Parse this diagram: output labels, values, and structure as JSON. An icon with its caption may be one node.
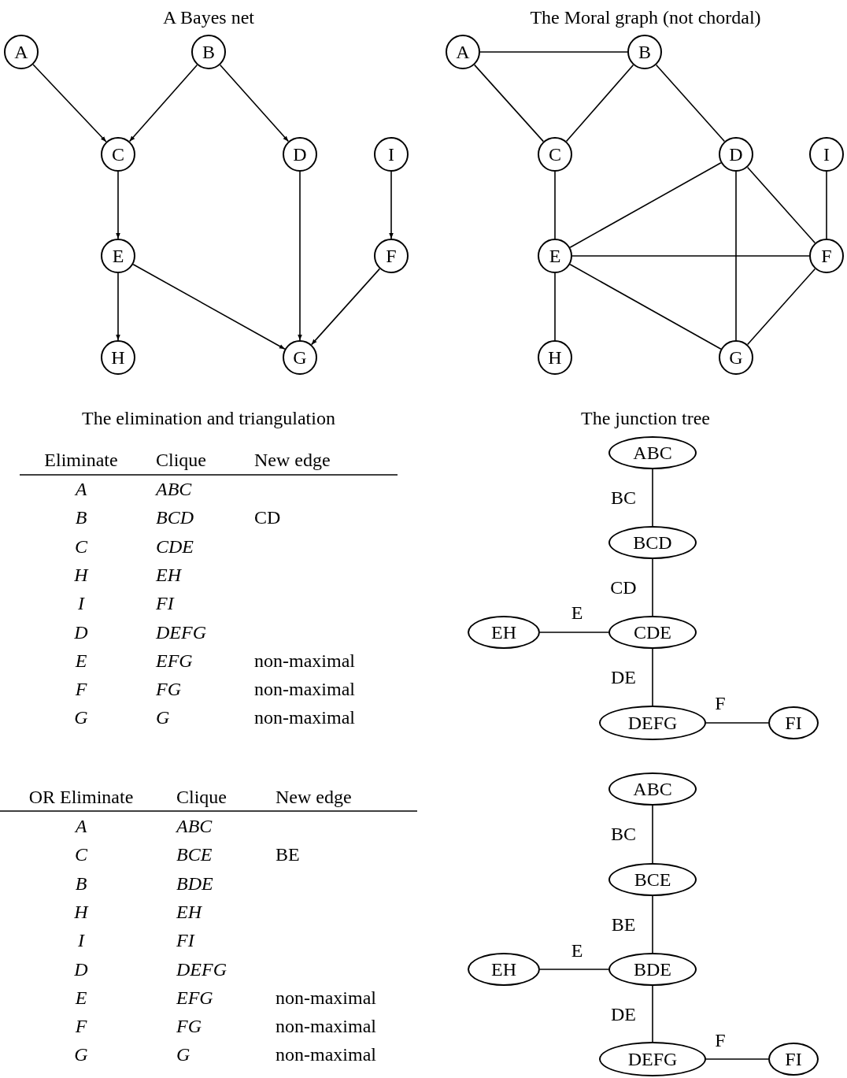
{
  "diagram": {
    "nodes": [
      {
        "text": [
          "A"
        ]
      },
      {
        "text": [
          "B"
        ]
      },
      {
        "text": [
          "C"
        ]
      },
      {
        "text": [
          "D"
        ]
      },
      {
        "text": [
          "I"
        ]
      },
      {
        "text": [
          "E"
        ]
      },
      {
        "text": [
          "F"
        ]
      },
      {
        "text": [
          "H"
        ]
      },
      {
        "text": [
          "G"
        ]
      },
      {
        "text": [
          "A"
        ]
      },
      {
        "text": [
          "B"
        ]
      },
      {
        "text": [
          "C"
        ]
      },
      {
        "text": [
          "D"
        ]
      },
      {
        "text": [
          "I"
        ]
      },
      {
        "text": [
          "E"
        ]
      },
      {
        "text": [
          "F"
        ]
      },
      {
        "text": [
          "H"
        ]
      },
      {
        "text": [
          "G"
        ]
      },
      {
        "text": [
          "ABC"
        ]
      },
      {
        "text": [
          "BCD"
        ]
      },
      {
        "text": [
          "EH"
        ]
      },
      {
        "text": [
          "CDE"
        ]
      },
      {
        "text": [
          "DEFG"
        ]
      },
      {
        "text": [
          "FI"
        ]
      },
      {
        "text": [
          "ABC"
        ]
      },
      {
        "text": [
          "BCE"
        ]
      },
      {
        "text": [
          "EH"
        ]
      },
      {
        "text": [
          "BDE"
        ]
      },
      {
        "text": [
          "DEFG"
        ]
      },
      {
        "text": [
          "FI"
        ]
      }
    ],
    "edges": [
      {
        "from": 0,
        "to": 2,
        "arrow": "to"
      },
      {
        "from": 1,
        "to": 2,
        "arrow": "to"
      },
      {
        "from": 1,
        "to": 3,
        "arrow": "to"
      },
      {
        "from": 4,
        "to": 6,
        "arrow": "to"
      },
      {
        "from": 2,
        "to": 5,
        "arrow": "to"
      },
      {
        "from": 5,
        "to": 7,
        "arrow": "to"
      },
      {
        "from": 5,
        "to": 8,
        "arrow": "to"
      },
      {
        "from": 3,
        "to": 8,
        "arrow": "to"
      },
      {
        "from": 6,
        "to": 8,
        "arrow": "to"
      },
      {
        "from": 9,
        "to": 10,
        "arrow": "none"
      },
      {
        "from": 9,
        "to": 11,
        "arrow": "none"
      },
      {
        "from": 10,
        "to": 11,
        "arrow": "none"
      },
      {
        "from": 10,
        "to": 12,
        "arrow": "none"
      },
      {
        "from": 12,
        "to": 14,
        "arrow": "none"
      },
      {
        "from": 12,
        "to": 15,
        "arrow": "none"
      },
      {
        "from": 12,
        "to": 17,
        "arrow": "none"
      },
      {
        "from": 13,
        "to": 15,
        "arrow": "none"
      },
      {
        "from": 11,
        "to": 14,
        "arrow": "none"
      },
      {
        "from": 14,
        "to": 15,
        "arrow": "none"
      },
      {
        "from": 14,
        "to": 16,
        "arrow": "none"
      },
      {
        "from": 14,
        "to": 17,
        "arrow": "none"
      },
      {
        "from": 15,
        "to": 17,
        "arrow": "none"
      },
      {
        "from": 18,
        "to": 19,
        "arrow": "none",
        "label": "BC"
      },
      {
        "from": 19,
        "to": 21,
        "arrow": "none",
        "label": "CD"
      },
      {
        "from": 20,
        "to": 21,
        "arrow": "none",
        "label": "E"
      },
      {
        "from": 21,
        "to": 22,
        "arrow": "none",
        "label": "DE"
      },
      {
        "from": 22,
        "to": 23,
        "arrow": "none",
        "label": "F"
      },
      {
        "from": 24,
        "to": 25,
        "arrow": "none",
        "label": "BC"
      },
      {
        "from": 25,
        "to": 27,
        "arrow": "none",
        "label": "BE"
      },
      {
        "from": 26,
        "to": 27,
        "arrow": "none",
        "label": "E"
      },
      {
        "from": 27,
        "to": 28,
        "arrow": "none",
        "label": "DE"
      },
      {
        "from": 28,
        "to": 29,
        "arrow": "none",
        "label": "F"
      }
    ],
    "labels": [
      "A Bayes net",
      "The Moral graph (not chordal)",
      "The elimination and triangulation",
      "The junction tree",
      "Eliminate",
      "Clique",
      "New edge",
      "A",
      "ABC",
      "B",
      "BCD",
      "CD",
      "C",
      "CDE",
      "H",
      "EH",
      "I",
      "FI",
      "D",
      "DEFG",
      "E",
      "EFG",
      "non-maximal",
      "F",
      "FG",
      "non-maximal",
      "G",
      "G",
      "non-maximal",
      "OR Eliminate",
      "Clique",
      "New edge",
      "A",
      "ABC",
      "C",
      "BCE",
      "BE",
      "B",
      "BDE",
      "H",
      "EH",
      "I",
      "FI",
      "D",
      "DEFG",
      "E",
      "EFG",
      "non-maximal",
      "F",
      "FG",
      "non-maximal",
      "G",
      "G",
      "non-maximal"
    ]
  }
}
